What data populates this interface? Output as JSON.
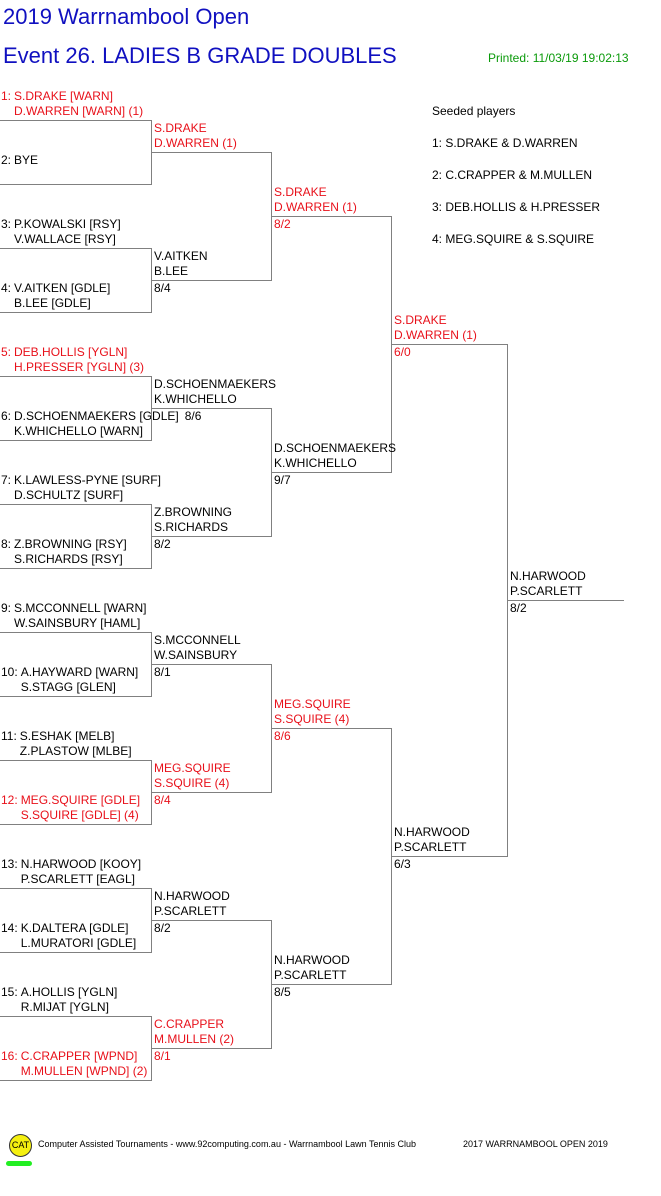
{
  "header": {
    "tournament": "2019 Warrnambool Open",
    "event": "Event 26. LADIES B GRADE DOUBLES",
    "printed": "Printed: 11/03/19 19:02:13"
  },
  "seeds": {
    "title": "Seeded players",
    "items": [
      "1: S.DRAKE & D.WARREN",
      "2: C.CRAPPER & M.MULLEN",
      "3: DEB.HOLLIS & H.PRESSER",
      "4: MEG.SQUIRE & S.SQUIRE"
    ]
  },
  "colors": {
    "seeded": "#e8101a",
    "title": "#1010c0",
    "printed": "#0a9a0a"
  },
  "draw": [
    {
      "num": "1:",
      "p1": "S.DRAKE [WARN]",
      "p2": "D.WARREN [WARN] (1)",
      "seeded": true
    },
    {
      "num": "2:",
      "p1": "BYE",
      "p2": "",
      "seeded": false
    },
    {
      "num": "3:",
      "p1": "P.KOWALSKI [RSY]",
      "p2": "V.WALLACE [RSY]",
      "seeded": false
    },
    {
      "num": "4:",
      "p1": "V.AITKEN [GDLE]",
      "p2": "B.LEE [GDLE]",
      "seeded": false
    },
    {
      "num": "5:",
      "p1": "DEB.HOLLIS [YGLN]",
      "p2": "H.PRESSER [YGLN] (3)",
      "seeded": true
    },
    {
      "num": "6:",
      "p1": "D.SCHOENMAEKERS [GDLE]",
      "p2": "K.WHICHELLO [WARN]",
      "seeded": false
    },
    {
      "num": "7:",
      "p1": "K.LAWLESS-PYNE [SURF]",
      "p2": "D.SCHULTZ [SURF]",
      "seeded": false
    },
    {
      "num": "8:",
      "p1": "Z.BROWNING [RSY]",
      "p2": "S.RICHARDS [RSY]",
      "seeded": false
    },
    {
      "num": "9:",
      "p1": "S.MCCONNELL [WARN]",
      "p2": "W.SAINSBURY [HAML]",
      "seeded": false
    },
    {
      "num": "10:",
      "p1": "A.HAYWARD [WARN]",
      "p2": "S.STAGG [GLEN]",
      "seeded": false
    },
    {
      "num": "11:",
      "p1": "S.ESHAK [MELB]",
      "p2": "Z.PLASTOW [MLBE]",
      "seeded": false
    },
    {
      "num": "12:",
      "p1": "MEG.SQUIRE [GDLE]",
      "p2": "S.SQUIRE [GDLE] (4)",
      "seeded": true
    },
    {
      "num": "13:",
      "p1": "N.HARWOOD [KOOY]",
      "p2": "P.SCARLETT [EAGL]",
      "seeded": false
    },
    {
      "num": "14:",
      "p1": "K.DALTERA [GDLE]",
      "p2": "L.MURATORI [GDLE]",
      "seeded": false
    },
    {
      "num": "15:",
      "p1": "A.HOLLIS [YGLN]",
      "p2": "R.MIJAT [YGLN]",
      "seeded": false
    },
    {
      "num": "16:",
      "p1": "C.CRAPPER [WPND]",
      "p2": "M.MULLEN [WPND] (2)",
      "seeded": true
    }
  ],
  "rounds": [
    [
      {
        "p1": "S.DRAKE",
        "p2": "D.WARREN (1)",
        "score": "",
        "seeded": true
      },
      {
        "p1": "V.AITKEN",
        "p2": "B.LEE",
        "score": "8/4",
        "seeded": false
      },
      {
        "p1": "D.SCHOENMAEKERS",
        "p2": "K.WHICHELLO",
        "score": "8/6",
        "seeded": false
      },
      {
        "p1": "Z.BROWNING",
        "p2": "S.RICHARDS",
        "score": "8/2",
        "seeded": false
      },
      {
        "p1": "S.MCCONNELL",
        "p2": "W.SAINSBURY",
        "score": "8/1",
        "seeded": false
      },
      {
        "p1": "MEG.SQUIRE",
        "p2": "S.SQUIRE (4)",
        "score": "8/4",
        "seeded": true
      },
      {
        "p1": "N.HARWOOD",
        "p2": "P.SCARLETT",
        "score": "8/2",
        "seeded": false
      },
      {
        "p1": "C.CRAPPER",
        "p2": "M.MULLEN (2)",
        "score": "8/1",
        "seeded": true
      }
    ],
    [
      {
        "p1": "S.DRAKE",
        "p2": "D.WARREN (1)",
        "score": "8/2",
        "seeded": true
      },
      {
        "p1": "D.SCHOENMAEKERS",
        "p2": "K.WHICHELLO",
        "score": "9/7",
        "seeded": false
      },
      {
        "p1": "MEG.SQUIRE",
        "p2": "S.SQUIRE (4)",
        "score": "8/6",
        "seeded": true
      },
      {
        "p1": "N.HARWOOD",
        "p2": "P.SCARLETT",
        "score": "8/5",
        "seeded": false
      }
    ],
    [
      {
        "p1": "S.DRAKE",
        "p2": "D.WARREN (1)",
        "score": "6/0",
        "seeded": true
      },
      {
        "p1": "N.HARWOOD",
        "p2": "P.SCARLETT",
        "score": "6/3",
        "seeded": false
      }
    ],
    [
      {
        "p1": "N.HARWOOD",
        "p2": "P.SCARLETT",
        "score": "8/2",
        "seeded": false
      }
    ]
  ],
  "footer": {
    "logo": "CAT",
    "credit": "Computer Assisted Tournaments - www.92computing.com.au -  Warrnambool Lawn Tennis Club",
    "event_name": "2017 WARRNAMBOOL OPEN 2019"
  }
}
